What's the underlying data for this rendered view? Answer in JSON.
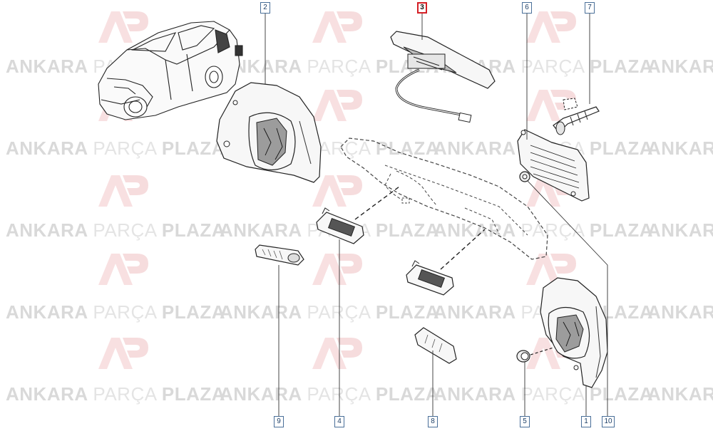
{
  "watermark": {
    "brand_bold_1": "ANKARA",
    "brand_light": "PARÇA",
    "brand_bold_2": "PLAZA",
    "logo_text": "AP"
  },
  "callouts": [
    {
      "id": "1",
      "label": "1",
      "selected": false
    },
    {
      "id": "2",
      "label": "2",
      "selected": false
    },
    {
      "id": "3",
      "label": "3",
      "selected": true
    },
    {
      "id": "4",
      "label": "4",
      "selected": false
    },
    {
      "id": "5",
      "label": "5",
      "selected": false
    },
    {
      "id": "6",
      "label": "6",
      "selected": false
    },
    {
      "id": "7",
      "label": "7",
      "selected": false
    },
    {
      "id": "8",
      "label": "8",
      "selected": false
    },
    {
      "id": "9",
      "label": "9",
      "selected": false
    },
    {
      "id": "10",
      "label": "10",
      "selected": false
    }
  ],
  "colors": {
    "watermark": "#d9d9d9",
    "logo_red": "#f2c7c9",
    "callout_border": "#4a6f99",
    "callout_selected_border": "#d41f26"
  }
}
